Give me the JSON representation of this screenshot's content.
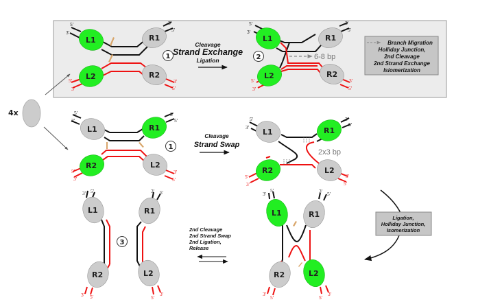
{
  "colors": {
    "panel_bg": "#ececec",
    "panel_border": "#9a9a9a",
    "green": "#22ee22",
    "gray": "#cccccc",
    "black_strand": "#111111",
    "red_strand": "#ee1111",
    "cleavage_mark": "#d9a66a",
    "box_bg": "#c6c6c6"
  },
  "multiplier_label": "4x",
  "top_panel": {
    "step1": {
      "number": "1",
      "upper": {
        "left": "L1",
        "right": "R1",
        "left_ends": [
          "5'",
          "3'"
        ],
        "right_ends": [
          "3'",
          "5'"
        ]
      },
      "lower": {
        "left": "L2",
        "right": "R2",
        "left_ends": [
          "5'",
          "3'"
        ],
        "right_ends": [
          "3'",
          "5'"
        ]
      }
    },
    "transition": {
      "top": "Cleavage",
      "main": "Strand Exchange",
      "bottom": "Ligation"
    },
    "step2": {
      "number": "2",
      "upper": {
        "left": "L1",
        "right": "R1",
        "left_ends": [
          "5'",
          "3'"
        ],
        "right_ends": [
          "3'",
          "5'"
        ]
      },
      "lower": {
        "left": "L2",
        "right": "R2",
        "left_ends": [
          "5'",
          "3'"
        ],
        "right_ends": [
          "3'",
          "5'"
        ]
      },
      "annotation": "6-8 bp"
    },
    "legend_box": {
      "lines": [
        "Branch Migration",
        "Holliday Junction,",
        "2nd Cleavage",
        "2nd Strand Exchange",
        "Isiomerization"
      ],
      "superscript": "nd"
    }
  },
  "lower_section": {
    "step1": {
      "number": "1",
      "upper": {
        "left": "L1",
        "right": "R1",
        "left_ends": [
          "5'",
          "3'"
        ],
        "right_ends": [
          "3'",
          "5'"
        ]
      },
      "lower": {
        "left": "R2",
        "right": "L2",
        "left_ends": [
          "5'",
          "3'"
        ],
        "right_ends": [
          "3'",
          "5'"
        ]
      }
    },
    "transition": {
      "top": "Cleavage",
      "main": "Strand Swap"
    },
    "step2": {
      "upper": {
        "left": "L1",
        "right": "R1",
        "left_ends": [
          "5'",
          "3'"
        ],
        "right_ends": [
          "3'",
          "5'"
        ]
      },
      "lower": {
        "left": "R2",
        "right": "L2",
        "left_ends": [
          "5'",
          "3'"
        ],
        "right_ends": [
          "3'",
          "5'"
        ]
      },
      "annotation": "2x3 bp"
    },
    "step3": {
      "number": "3",
      "left_pair": {
        "top": "L1",
        "bottom": "R2",
        "top_ends": [
          "3'",
          "5'"
        ],
        "bottom_ends": [
          "3'",
          "5'"
        ]
      },
      "right_pair": {
        "top": "R1",
        "bottom": "L2",
        "top_ends": [
          "3'",
          "5'"
        ],
        "bottom_ends": [
          "5'",
          "3'"
        ]
      }
    },
    "reverse_transition": {
      "lines": [
        "2nd Cleavage",
        "2nd Strand Swap",
        "2nd Ligation,",
        "Release"
      ],
      "superscript": "nd"
    },
    "holliday": {
      "top_left": "L1",
      "top_right": "R1",
      "bottom_left": "R2",
      "bottom_right": "L2",
      "top_left_ends": [
        "3'",
        "5'"
      ],
      "top_right_ends": [
        "3'",
        "5'"
      ],
      "bottom_left_ends": [
        "3'",
        "5'"
      ],
      "bottom_right_ends": [
        "5'",
        "3'"
      ]
    },
    "side_box": {
      "lines": [
        "Ligation,",
        "Holliday Junction,",
        "Isomerization"
      ]
    }
  }
}
